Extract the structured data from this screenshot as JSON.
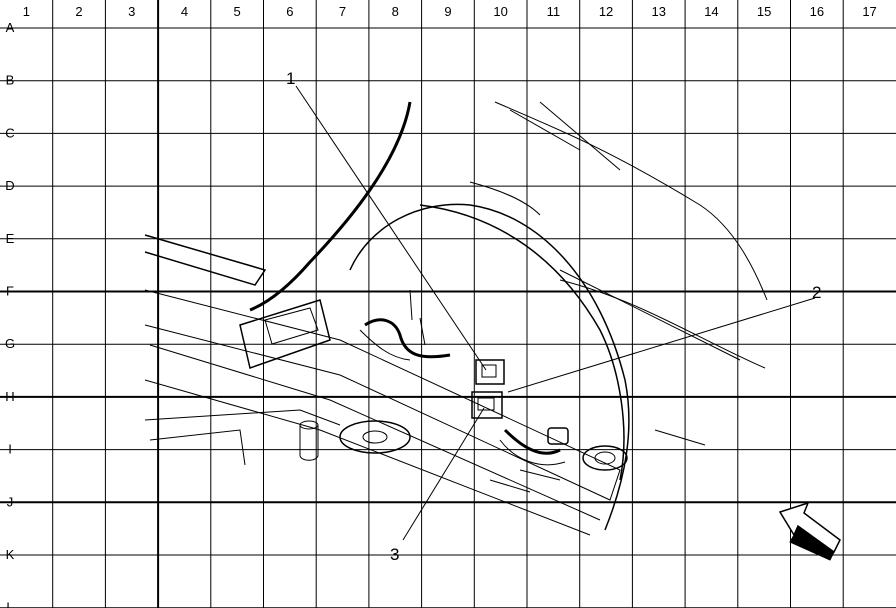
{
  "grid": {
    "columns": [
      "1",
      "2",
      "3",
      "4",
      "5",
      "6",
      "7",
      "8",
      "9",
      "10",
      "11",
      "12",
      "13",
      "14",
      "15",
      "16",
      "17"
    ],
    "rows": [
      "A",
      "B",
      "C",
      "D",
      "E",
      "F",
      "G",
      "H",
      "I",
      "J",
      "K",
      "L"
    ]
  },
  "callouts": [
    {
      "id": "callout-1",
      "text": "1"
    },
    {
      "id": "callout-2",
      "text": "2"
    },
    {
      "id": "callout-3",
      "text": "3"
    }
  ],
  "icons": {
    "direction_arrow": "front-direction-arrow-icon"
  }
}
